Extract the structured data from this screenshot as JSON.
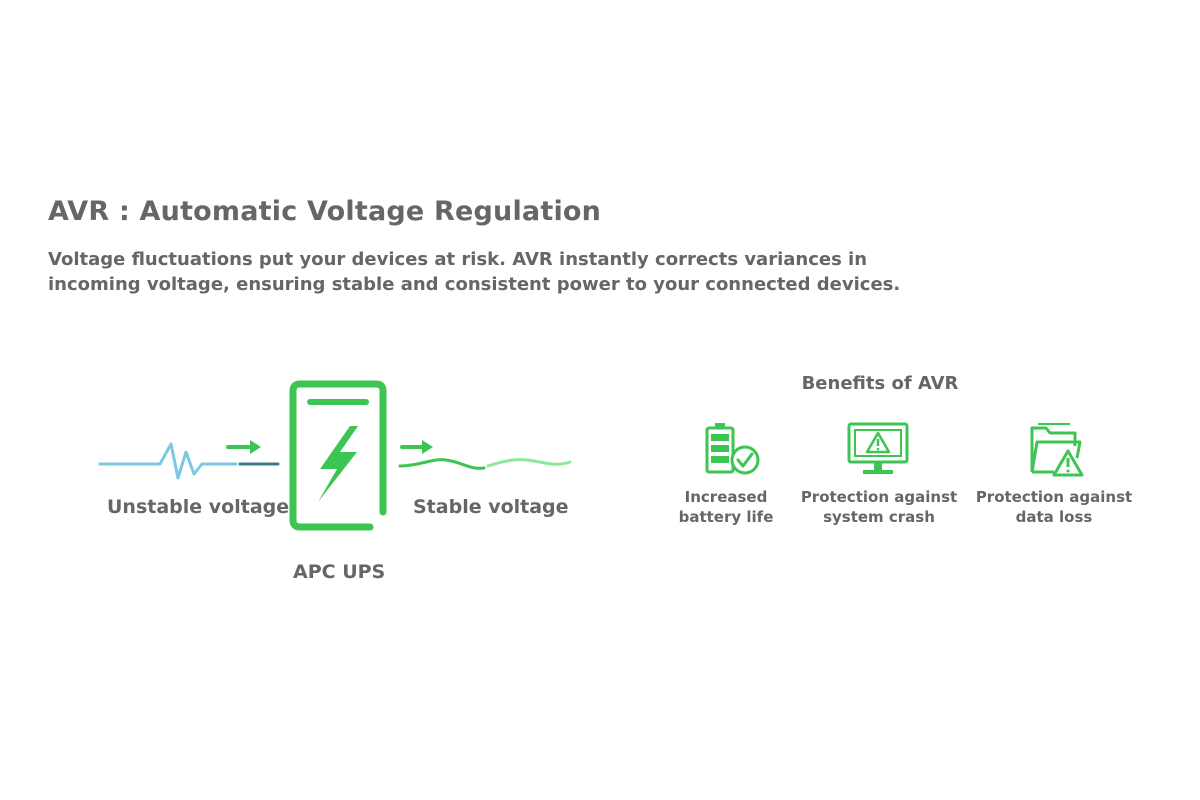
{
  "header": {
    "title": "AVR : Automatic Voltage Regulation",
    "description_line1": "Voltage fluctuations put your devices at risk. AVR instantly corrects variances in",
    "description_line2": "incoming voltage, ensuring stable and consistent power to your connected devices."
  },
  "diagram": {
    "unstable_label": "Unstable voltage",
    "stable_label": "Stable voltage",
    "device_label": "APC UPS"
  },
  "benefits": {
    "title": "Benefits of AVR",
    "items": [
      {
        "icon": "battery-check-icon",
        "line1": "Increased",
        "line2": "battery life"
      },
      {
        "icon": "monitor-warning-icon",
        "line1": "Protection against",
        "line2": "system crash"
      },
      {
        "icon": "folder-warning-icon",
        "line1": "Protection against",
        "line2": "data loss"
      }
    ]
  },
  "colors": {
    "primary_green": "#3cc552",
    "light_green": "#8ee89a",
    "light_blue": "#7cc8e0",
    "dark_teal": "#3a7a8c",
    "text_gray": "#666666"
  }
}
